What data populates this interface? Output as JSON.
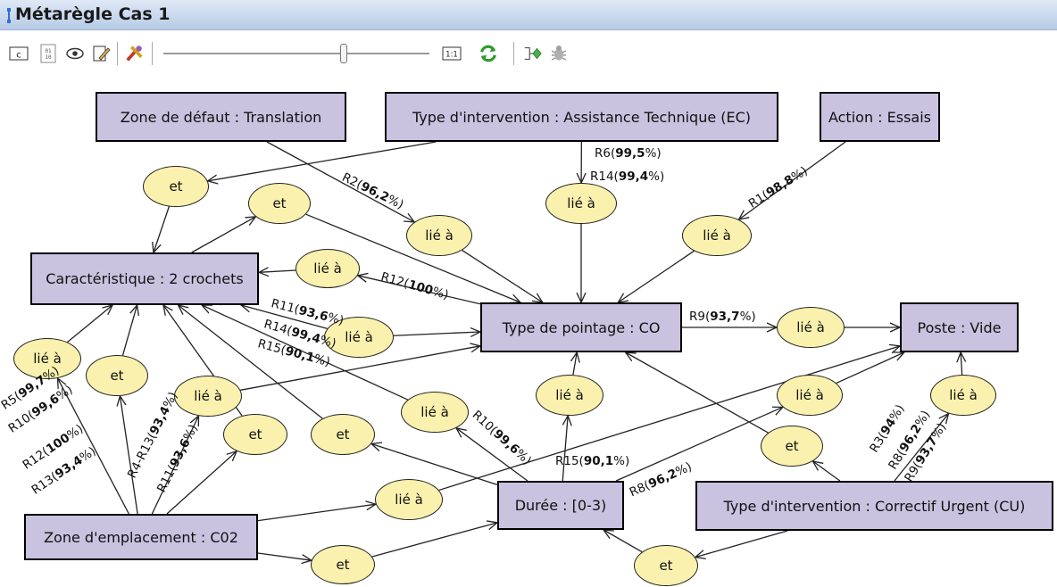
{
  "window": {
    "title": "Métarègle Cas 1"
  },
  "toolbar": {
    "buttons": [
      {
        "icon": "c-box-icon"
      },
      {
        "icon": "binary-icon"
      },
      {
        "icon": "eye-icon"
      },
      {
        "icon": "edit-icon"
      },
      {
        "icon": "tools-icon"
      },
      {
        "icon": "zoom-slider"
      },
      {
        "icon": "zoom-1to1-icon",
        "label": "1:1"
      },
      {
        "icon": "refresh-icon"
      },
      {
        "icon": "layout-icon"
      },
      {
        "icon": "bug-icon"
      }
    ],
    "zoom_level": 0.57
  },
  "diagram": {
    "colors": {
      "node": "#c9c3e0",
      "connector": "#f9f1ad",
      "edge": "#222222"
    },
    "nodes": [
      {
        "id": "zone_defaut",
        "label": "Zone de défaut : Translation"
      },
      {
        "id": "type_assist",
        "label": "Type d'intervention : Assistance Technique (EC)"
      },
      {
        "id": "action",
        "label": "Action : Essais"
      },
      {
        "id": "caract",
        "label": "Caractéristique : 2 crochets"
      },
      {
        "id": "type_pointage",
        "label": "Type de pointage : CO"
      },
      {
        "id": "poste",
        "label": "Poste : Vide"
      },
      {
        "id": "duree",
        "label": "Durée : [0-3)"
      },
      {
        "id": "type_correctif",
        "label": "Type d'intervention : Correctif Urgent (CU)"
      },
      {
        "id": "zone_empl",
        "label": "Zone d'emplacement : C02"
      }
    ],
    "connectors": [
      {
        "id": "et1",
        "label": "et"
      },
      {
        "id": "et2",
        "label": "et"
      },
      {
        "id": "lie1",
        "label": "lié à"
      },
      {
        "id": "lie2",
        "label": "lié à"
      },
      {
        "id": "lie3",
        "label": "lié à"
      },
      {
        "id": "lie4",
        "label": "lié à"
      },
      {
        "id": "lie5",
        "label": "lié à"
      },
      {
        "id": "lie6",
        "label": "lié à"
      },
      {
        "id": "lie7",
        "label": "lié à"
      },
      {
        "id": "et3",
        "label": "et"
      },
      {
        "id": "lie8",
        "label": "lié à"
      },
      {
        "id": "lie9",
        "label": "lié à"
      },
      {
        "id": "lie10",
        "label": "lié à"
      },
      {
        "id": "lie11",
        "label": "lié à"
      },
      {
        "id": "lie12",
        "label": "lié à"
      },
      {
        "id": "et4",
        "label": "et"
      },
      {
        "id": "et5",
        "label": "et"
      },
      {
        "id": "et6",
        "label": "et"
      },
      {
        "id": "lie13",
        "label": "lié à"
      },
      {
        "id": "et7",
        "label": "et"
      },
      {
        "id": "et8",
        "label": "et"
      }
    ],
    "edges": [
      {
        "from": "type_assist",
        "to": "et1"
      },
      {
        "from": "et1",
        "to": "caract"
      },
      {
        "from": "caract",
        "to": "et2"
      },
      {
        "from": "et2",
        "to": "type_pointage"
      },
      {
        "from": "zone_defaut",
        "to": "lie1"
      },
      {
        "from": "lie1",
        "to": "type_pointage"
      },
      {
        "from": "type_assist",
        "to": "lie2"
      },
      {
        "from": "lie2",
        "to": "type_pointage"
      },
      {
        "from": "action",
        "to": "lie3"
      },
      {
        "from": "lie3",
        "to": "type_pointage"
      },
      {
        "from": "type_pointage",
        "to": "lie4"
      },
      {
        "from": "lie4",
        "to": "caract"
      },
      {
        "from": "lie5",
        "to": "caract"
      },
      {
        "from": "lie5",
        "to": "type_pointage"
      },
      {
        "from": "type_pointage",
        "to": "lie6"
      },
      {
        "from": "lie6",
        "to": "poste"
      },
      {
        "from": "zone_empl",
        "to": "lie7"
      },
      {
        "from": "lie7",
        "to": "caract"
      },
      {
        "from": "zone_empl",
        "to": "et3"
      },
      {
        "from": "et3",
        "to": "caract"
      },
      {
        "from": "zone_empl",
        "to": "lie8"
      },
      {
        "from": "lie8",
        "to": "type_pointage"
      },
      {
        "from": "zone_empl",
        "to": "et4"
      },
      {
        "from": "et4",
        "to": "caract"
      },
      {
        "from": "zone_empl",
        "to": "lie13"
      },
      {
        "from": "lie13",
        "to": "poste"
      },
      {
        "from": "zone_empl",
        "to": "et7"
      },
      {
        "from": "et7",
        "to": "duree"
      },
      {
        "from": "duree",
        "to": "lie9"
      },
      {
        "from": "lie9",
        "to": "caract"
      },
      {
        "from": "duree",
        "to": "lie10"
      },
      {
        "from": "lie10",
        "to": "type_pointage"
      },
      {
        "from": "duree",
        "to": "et5"
      },
      {
        "from": "et5",
        "to": "caract"
      },
      {
        "from": "duree",
        "to": "lie11"
      },
      {
        "from": "lie11",
        "to": "poste"
      },
      {
        "from": "type_correctif",
        "to": "et6"
      },
      {
        "from": "et6",
        "to": "type_pointage"
      },
      {
        "from": "type_correctif",
        "to": "lie12"
      },
      {
        "from": "lie12",
        "to": "poste"
      },
      {
        "from": "type_correctif",
        "to": "et8"
      },
      {
        "from": "et8",
        "to": "duree"
      }
    ],
    "rule_labels": [
      {
        "id": "r2",
        "prefix": "R2(",
        "value": "96,2",
        "suffix": "%)"
      },
      {
        "id": "r6",
        "prefix": "R6(",
        "value": "99,5",
        "suffix": "%)"
      },
      {
        "id": "r14a",
        "prefix": "R14(",
        "value": "99,4",
        "suffix": "%)"
      },
      {
        "id": "r1",
        "prefix": "R1(",
        "value": "98,8",
        "suffix": "%)"
      },
      {
        "id": "r12",
        "prefix": "R12(",
        "value": "100",
        "suffix": "%)"
      },
      {
        "id": "r11a",
        "prefix": "R11(",
        "value": "93,6",
        "suffix": "%)"
      },
      {
        "id": "r14b",
        "prefix": "R14(",
        "value": "99,4",
        "suffix": "%)"
      },
      {
        "id": "r15a",
        "prefix": "R15(",
        "value": "90,1",
        "suffix": "%)"
      },
      {
        "id": "r9a",
        "prefix": "R9(",
        "value": "93,7",
        "suffix": "%)"
      },
      {
        "id": "r5",
        "prefix": "R5(",
        "value": "99,7",
        "suffix": "%)"
      },
      {
        "id": "r10a",
        "prefix": "R10(",
        "value": "99,6",
        "suffix": "%)"
      },
      {
        "id": "r12b",
        "prefix": "R12(",
        "value": "100",
        "suffix": "%)"
      },
      {
        "id": "r13",
        "prefix": "R13(",
        "value": "93,4",
        "suffix": "%)"
      },
      {
        "id": "r4r13",
        "prefix": "R4-R13(",
        "value": "93,4",
        "suffix": "%)"
      },
      {
        "id": "r11b",
        "prefix": "R11(",
        "value": "93,6",
        "suffix": "%)"
      },
      {
        "id": "r10b",
        "prefix": "R10(",
        "value": "99,6",
        "suffix": "%)"
      },
      {
        "id": "r15b",
        "prefix": "R15(",
        "value": "90,1",
        "suffix": "%)"
      },
      {
        "id": "r8a",
        "prefix": "R8(",
        "value": "96,2",
        "suffix": "%)"
      },
      {
        "id": "r3",
        "prefix": "R3(",
        "value": "94",
        "suffix": "%)"
      },
      {
        "id": "r8b",
        "prefix": "R8(",
        "value": "96,2",
        "suffix": "%)"
      },
      {
        "id": "r9b",
        "prefix": "R9(",
        "value": "93,7",
        "suffix": "%)"
      }
    ]
  }
}
